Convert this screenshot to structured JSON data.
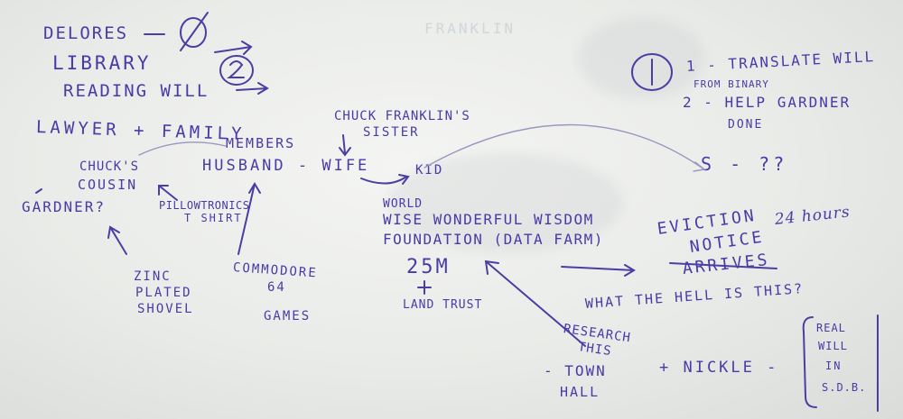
{
  "board": {
    "faint": "FRANKLIN",
    "delores": "DELORES",
    "library": "LIBRARY",
    "reading_will": "READING WILL",
    "lawyer_family": "LAWYER + FAMILY",
    "members": "MEMBERS",
    "chuck_sister_1": "CHUCK FRANKLIN'S",
    "chuck_sister_2": "SISTER",
    "husband_wife": "HUSBAND - WIFE",
    "kid": "KID",
    "chucks": "CHUCK'S",
    "cousin": "COUSIN",
    "gardner": "GARDNER?",
    "pillowtronics_1": "PILLOWTRONICS",
    "pillowtronics_2": "T SHIRT",
    "world": "WORLD",
    "wise": "WISE WONDERFUL WISDOM",
    "foundation": "FOUNDATION (DATA FARM)",
    "money": "25M",
    "land_trust": "LAND TRUST",
    "zinc_1": "ZINC",
    "zinc_2": "PLATED",
    "zinc_3": "SHOVEL",
    "commodore_1": "COMMODORE",
    "commodore_2": "64",
    "commodore_3": "GAMES",
    "todo_1": "1 - TRANSLATE WILL",
    "todo_1b": "FROM BINARY",
    "todo_2": "2 - HELP GARDNER",
    "todo_2b": "DONE",
    "qq": "S - ??",
    "eviction_1": "EVICTION",
    "eviction_2": "NOTICE",
    "eviction_3": "ARRIVES",
    "hours": "24 hours",
    "what": "WHAT THE HELL IS THIS?",
    "research_1": "RESEARCH",
    "research_2": "THIS",
    "town_1": "- TOWN",
    "town_2": "HALL",
    "nickle": "+ NICKLE -",
    "real_1": "REAL",
    "real_2": "WILL",
    "real_3": "IN",
    "real_4": "S.D.B."
  }
}
